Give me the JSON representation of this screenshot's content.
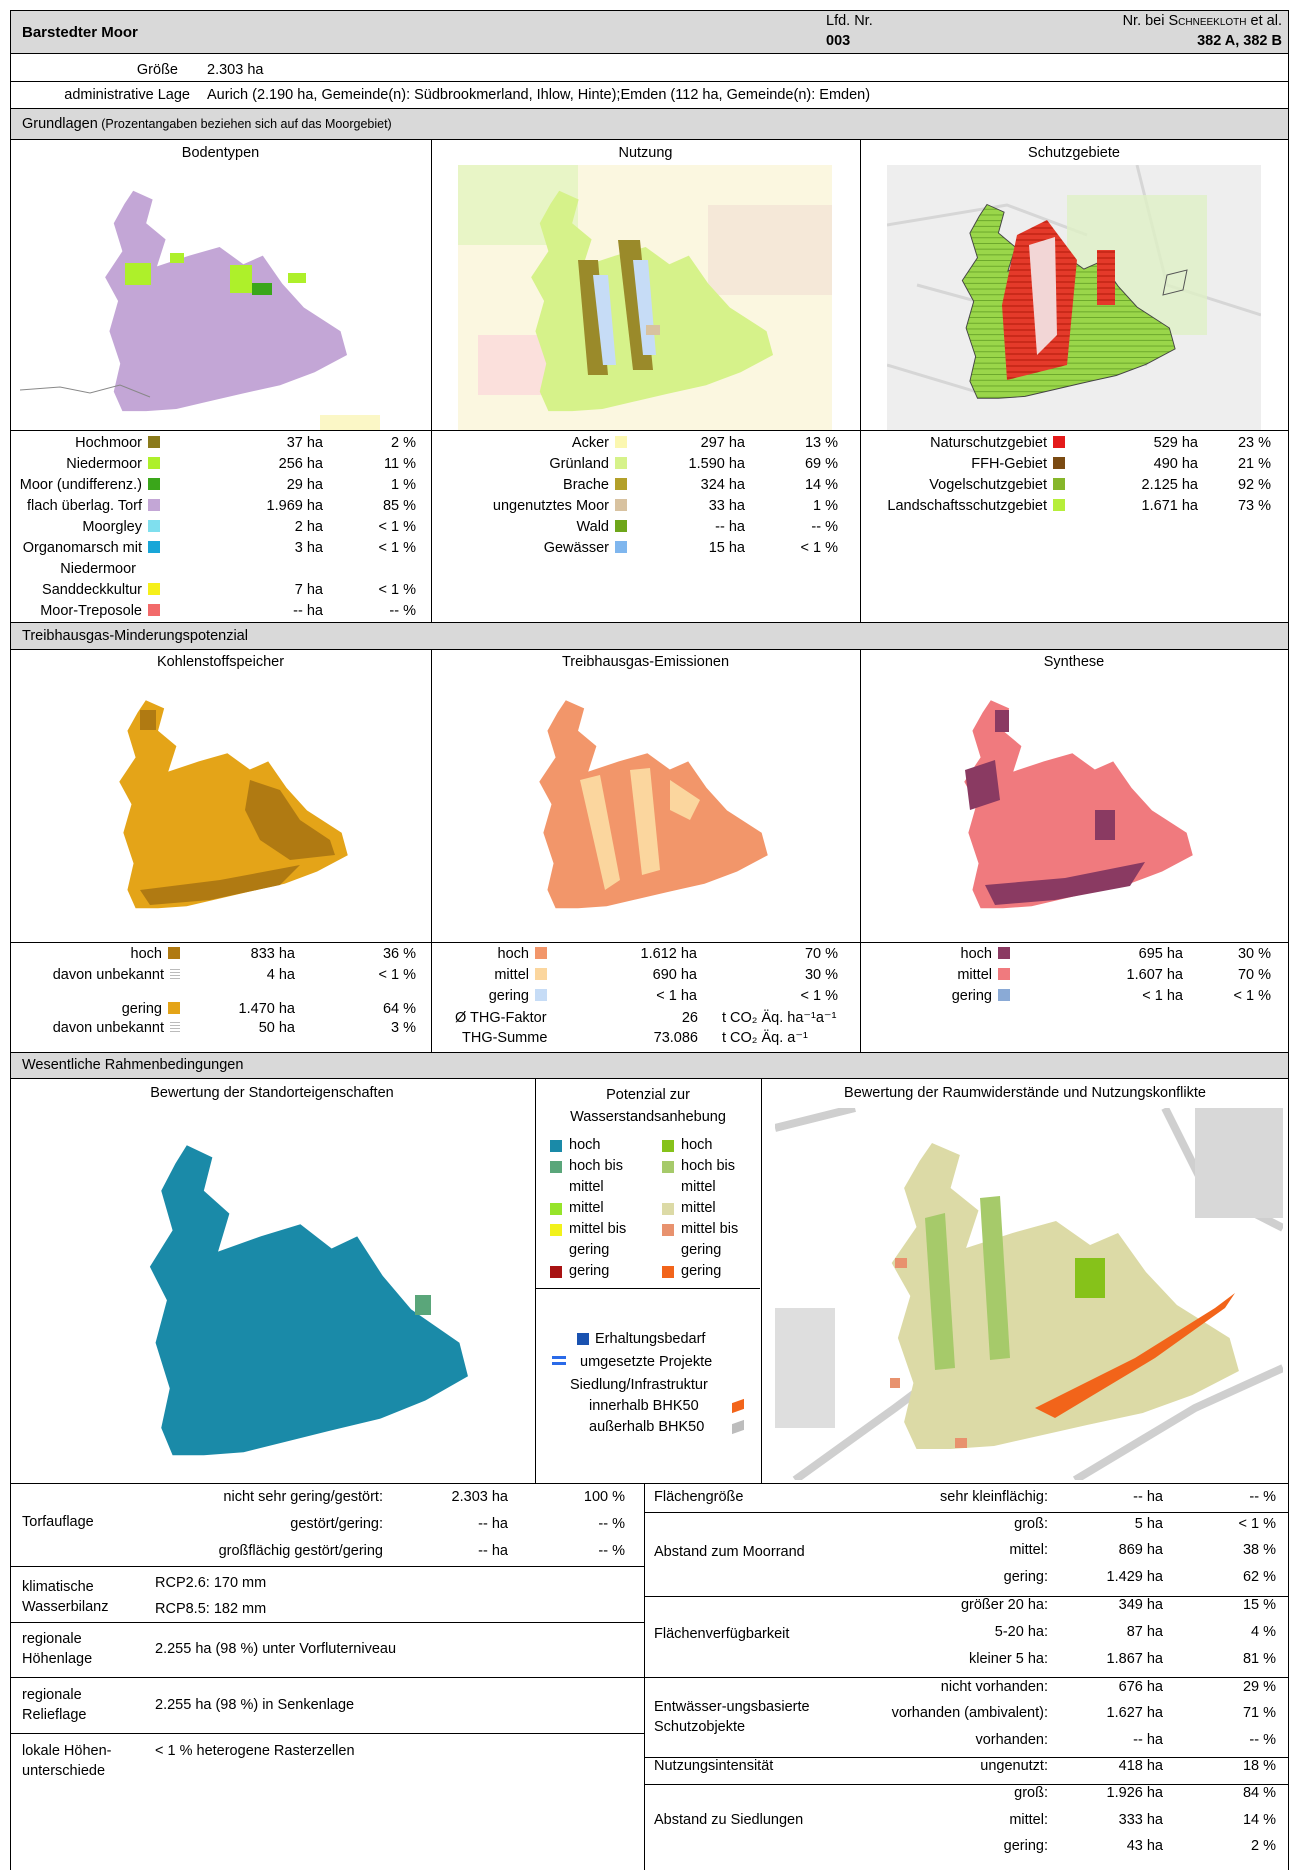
{
  "header": {
    "title": "Barstedter Moor",
    "lfd_label": "Lfd. Nr.",
    "lfd_value": "003",
    "schneekloth_label_pre": "Nr. bei ",
    "schneekloth_name": "Schneekloth",
    "schneekloth_label_post": " et al.",
    "schneekloth_value": "382 A, 382 B"
  },
  "groesse": {
    "label": "Größe",
    "value": "2.303 ha"
  },
  "admin": {
    "label": "administrative Lage",
    "value": "Aurich (2.190 ha, Gemeinde(n): Südbrookmerland, Ihlow, Hinte);Emden (112 ha, Gemeinde(n): Emden)"
  },
  "grundlagen": {
    "heading": "Grundlagen",
    "heading_note": " (Prozentangaben beziehen sich auf das Moorgebiet)",
    "boden": {
      "title": "Bodentypen",
      "rows": [
        {
          "label": "Hochmoor",
          "color": "#8a7a1c",
          "ha": "37 ha",
          "pct": "2 %"
        },
        {
          "label": "Niedermoor",
          "color": "#aef02a",
          "ha": "256 ha",
          "pct": "11 %"
        },
        {
          "label": "Moor (undifferenz.)",
          "color": "#3aa61a",
          "ha": "29 ha",
          "pct": "1 %"
        },
        {
          "label": "flach überlag. Torf",
          "color": "#c3a6d6",
          "ha": "1.969 ha",
          "pct": "85 %"
        },
        {
          "label": "Moorgley",
          "color": "#7fdfee",
          "ha": "2 ha",
          "pct": "< 1 %"
        },
        {
          "label": "Organomarsch mit",
          "label2": "Niedermoor",
          "color": "#18a6d8",
          "ha": "3 ha",
          "pct": "< 1 %"
        },
        {
          "label": "Sanddeckkultur",
          "color": "#f6f01a",
          "ha": "7 ha",
          "pct": "< 1 %"
        },
        {
          "label": "Moor-Treposole",
          "color": "#f26a6a",
          "ha": "-- ha",
          "pct": "-- %"
        }
      ]
    },
    "nutzung": {
      "title": "Nutzung",
      "rows": [
        {
          "label": "Acker",
          "color": "#fbf7b0",
          "ha": "297 ha",
          "pct": "13 %"
        },
        {
          "label": "Grünland",
          "color": "#d6f28a",
          "ha": "1.590 ha",
          "pct": "69 %"
        },
        {
          "label": "Brache",
          "color": "#b3a02a",
          "ha": "324 ha",
          "pct": "14 %"
        },
        {
          "label": "ungenutztes Moor",
          "color": "#d8c2a0",
          "ha": "33 ha",
          "pct": "1 %"
        },
        {
          "label": "Wald",
          "color": "#6ea61a",
          "ha": "-- ha",
          "pct": "-- %"
        },
        {
          "label": "Gewässer",
          "color": "#7fb6ee",
          "ha": "15 ha",
          "pct": "< 1 %"
        }
      ]
    },
    "schutz": {
      "title": "Schutzgebiete",
      "rows": [
        {
          "label": "Naturschutzgebiet",
          "color": "#e41a1a",
          "ha": "529 ha",
          "pct": "23 %"
        },
        {
          "label": "FFH-Gebiet",
          "color": "#7a4a12",
          "ha": "490 ha",
          "pct": "21 %"
        },
        {
          "label": "Vogelschutzgebiet",
          "color": "#86b62a",
          "ha": "2.125 ha",
          "pct": "92 %"
        },
        {
          "label": "Landschaftsschutzgebiet",
          "color": "#b6ee3a",
          "ha": "1.671 ha",
          "pct": "73 %"
        }
      ]
    }
  },
  "thg": {
    "heading": "Treibhausgas-Minderungspotenzial",
    "kohlen": {
      "title": "Kohlenstoffspeicher",
      "rows": [
        {
          "label": "hoch",
          "color": "#b07a12",
          "ha": "833 ha",
          "pct": "36 %"
        },
        {
          "label": "davon unbekannt",
          "hatch": true,
          "ha": "4 ha",
          "pct": "< 1 %"
        },
        {
          "label": "gering",
          "color": "#e4a418",
          "ha": "1.470 ha",
          "pct": "64 %"
        },
        {
          "label": "davon unbekannt",
          "hatch": true,
          "ha": "50 ha",
          "pct": "3 %"
        }
      ]
    },
    "emiss": {
      "title": "Treibhausgas-Emissionen",
      "rows": [
        {
          "label": "hoch",
          "color": "#f2966a",
          "ha": "1.612 ha",
          "pct": "70 %"
        },
        {
          "label": "mittel",
          "color": "#fbd69e",
          "ha": "690 ha",
          "pct": "30 %"
        },
        {
          "label": "gering",
          "color": "#c6dcf6",
          "ha": "< 1 ha",
          "pct": "< 1 %"
        }
      ],
      "faktor_label": "Ø THG-Faktor",
      "faktor_value": "26",
      "faktor_unit": "t CO₂ Äq. ha⁻¹a⁻¹",
      "summe_label": "THG-Summe",
      "summe_value": "73.086",
      "summe_unit": "t CO₂ Äq. a⁻¹"
    },
    "synth": {
      "title": "Synthese",
      "rows": [
        {
          "label": "hoch",
          "color": "#8a3a62",
          "ha": "695 ha",
          "pct": "30 %"
        },
        {
          "label": "mittel",
          "color": "#f07a7e",
          "ha": "1.607 ha",
          "pct": "70 %"
        },
        {
          "label": "gering",
          "color": "#8aaad6",
          "ha": "< 1 ha",
          "pct": "< 1 %"
        }
      ]
    }
  },
  "rahmen": {
    "heading": "Wesentliche Rahmenbedingungen",
    "standort_title": "Bewertung der Standorteigenschaften",
    "raum_title": "Bewertung der Raumwiderstände und Nutzungskonflikte",
    "potenzial_title1": "Potenzial zur",
    "potenzial_title2": "Wasserstandsanhebung",
    "legend_left": [
      {
        "lines": [
          "hoch"
        ],
        "color": "#1a8aa8"
      },
      {
        "lines": [
          "hoch bis",
          "mittel"
        ],
        "color": "#5aa67a"
      },
      {
        "lines": [
          "mittel"
        ],
        "color": "#96e42a"
      },
      {
        "lines": [
          "mittel bis",
          "gering"
        ],
        "color": "#f2f21a"
      },
      {
        "lines": [
          "gering"
        ],
        "color": "#a81212"
      }
    ],
    "legend_right": [
      {
        "lines": [
          "hoch"
        ],
        "color": "#86c21a"
      },
      {
        "lines": [
          "hoch bis",
          "mittel"
        ],
        "color": "#a6ca6a"
      },
      {
        "lines": [
          "mittel"
        ],
        "color": "#dcdaa6"
      },
      {
        "lines": [
          "mittel bis",
          "gering"
        ],
        "color": "#e8926e"
      },
      {
        "lines": [
          "gering"
        ],
        "color": "#f2641a"
      }
    ],
    "erhaltung": "Erhaltungsbedarf",
    "projekte": "umgesetzte Projekte",
    "siedlung": "Siedlung/Infrastruktur",
    "innerhalb": "innerhalb BHK50",
    "ausserhalb": "außerhalb BHK50"
  },
  "left_table": {
    "torf_label": "Torfauflage",
    "torf_rows": [
      {
        "cond": "nicht sehr gering/gestört:",
        "ha": "2.303 ha",
        "pct": "100 %"
      },
      {
        "cond": "gestört/gering:",
        "ha": "-- ha",
        "pct": "-- %"
      },
      {
        "cond": "großflächig gestört/gering",
        "ha": "-- ha",
        "pct": "-- %"
      }
    ],
    "klima_label1": "klimatische",
    "klima_label2": "Wasserbilanz",
    "klima_v1": "RCP2.6: 170 mm",
    "klima_v2": "RCP8.5: 182 mm",
    "hoehen_label1": "regionale",
    "hoehen_label2": "Höhenlage",
    "hoehen_value": "2.255 ha (98 %) unter Vorfluterniveau",
    "relief_label1": "regionale",
    "relief_label2": "Relieflage",
    "relief_value": "2.255 ha (98 %) in Senkenlage",
    "lokal_label1": "lokale Höhen-",
    "lokal_label2": "unterschiede",
    "lokal_value": "< 1 % heterogene Rasterzellen"
  },
  "right_table": {
    "flaeche_label": "Flächengröße",
    "flaeche_rows": [
      {
        "cond": "sehr kleinflächig:",
        "ha": "-- ha",
        "pct": "-- %"
      }
    ],
    "abstand_label": "Abstand zum Moorrand",
    "abstand_rows": [
      {
        "cond": "groß:",
        "ha": "5 ha",
        "pct": "< 1 %"
      },
      {
        "cond": "mittel:",
        "ha": "869 ha",
        "pct": "38 %"
      },
      {
        "cond": "gering:",
        "ha": "1.429 ha",
        "pct": "62 %"
      }
    ],
    "verf_label": "Flächenverfügbarkeit",
    "verf_rows": [
      {
        "cond": "größer 20 ha:",
        "ha": "349 ha",
        "pct": "15 %"
      },
      {
        "cond": "5-20 ha:",
        "ha": "87 ha",
        "pct": "4 %"
      },
      {
        "cond": "kleiner 5 ha:",
        "ha": "1.867 ha",
        "pct": "81 %"
      }
    ],
    "schutz_label1": "Entwässer-ungsbasierte",
    "schutz_label2": "Schutzobjekte",
    "schutz_rows": [
      {
        "cond": "nicht vorhanden:",
        "ha": "676 ha",
        "pct": "29 %"
      },
      {
        "cond": "vorhanden (ambivalent):",
        "ha": "1.627 ha",
        "pct": "71 %"
      },
      {
        "cond": "vorhanden:",
        "ha": "-- ha",
        "pct": "-- %"
      }
    ],
    "intens_label": "Nutzungsintensität",
    "intens_rows": [
      {
        "cond": "ungenutzt:",
        "ha": "418 ha",
        "pct": "18 %"
      }
    ],
    "siedl_label": "Abstand zu Siedlungen",
    "siedl_rows": [
      {
        "cond": "groß:",
        "ha": "1.926 ha",
        "pct": "84 %"
      },
      {
        "cond": "mittel:",
        "ha": "333 ha",
        "pct": "14 %"
      },
      {
        "cond": "gering:",
        "ha": "43 ha",
        "pct": "2 %"
      }
    ]
  }
}
